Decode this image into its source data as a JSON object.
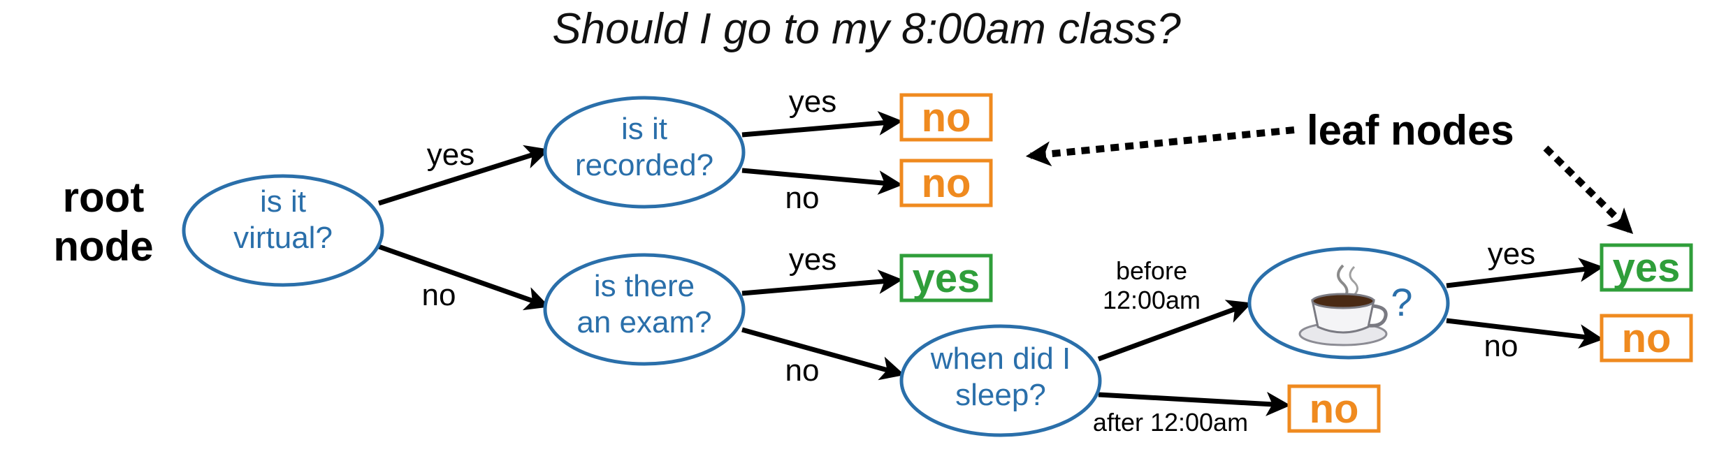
{
  "title": "Should I go to my 8:00am class?",
  "labels": {
    "root_line1": "root",
    "root_line2": "node",
    "leaf_nodes": "leaf nodes"
  },
  "nodes": {
    "virtual": [
      "is it",
      "virtual?"
    ],
    "recorded": [
      "is it",
      "recorded?"
    ],
    "exam": [
      "is there",
      "an exam?"
    ],
    "sleep": [
      "when did I",
      "sleep?"
    ],
    "coffee": [
      "?"
    ]
  },
  "edges": {
    "virtual_yes": "yes",
    "virtual_no": "no",
    "recorded_yes": "yes",
    "recorded_no": "no",
    "exam_yes": "yes",
    "exam_no": "no",
    "sleep_before_1": "before",
    "sleep_before_2": "12:00am",
    "sleep_after": "after 12:00am",
    "coffee_yes": "yes",
    "coffee_no": "no"
  },
  "leaves": {
    "recorded_yes": "no",
    "recorded_no": "no",
    "exam_yes": "yes",
    "sleep_after": "no",
    "coffee_yes": "yes",
    "coffee_no": "no"
  },
  "icons": {
    "coffee": "coffee-cup-icon"
  },
  "colors": {
    "node_blue": "#2a6faa",
    "leaf_orange": "#ef8a1f",
    "leaf_green": "#2f9e3a"
  }
}
